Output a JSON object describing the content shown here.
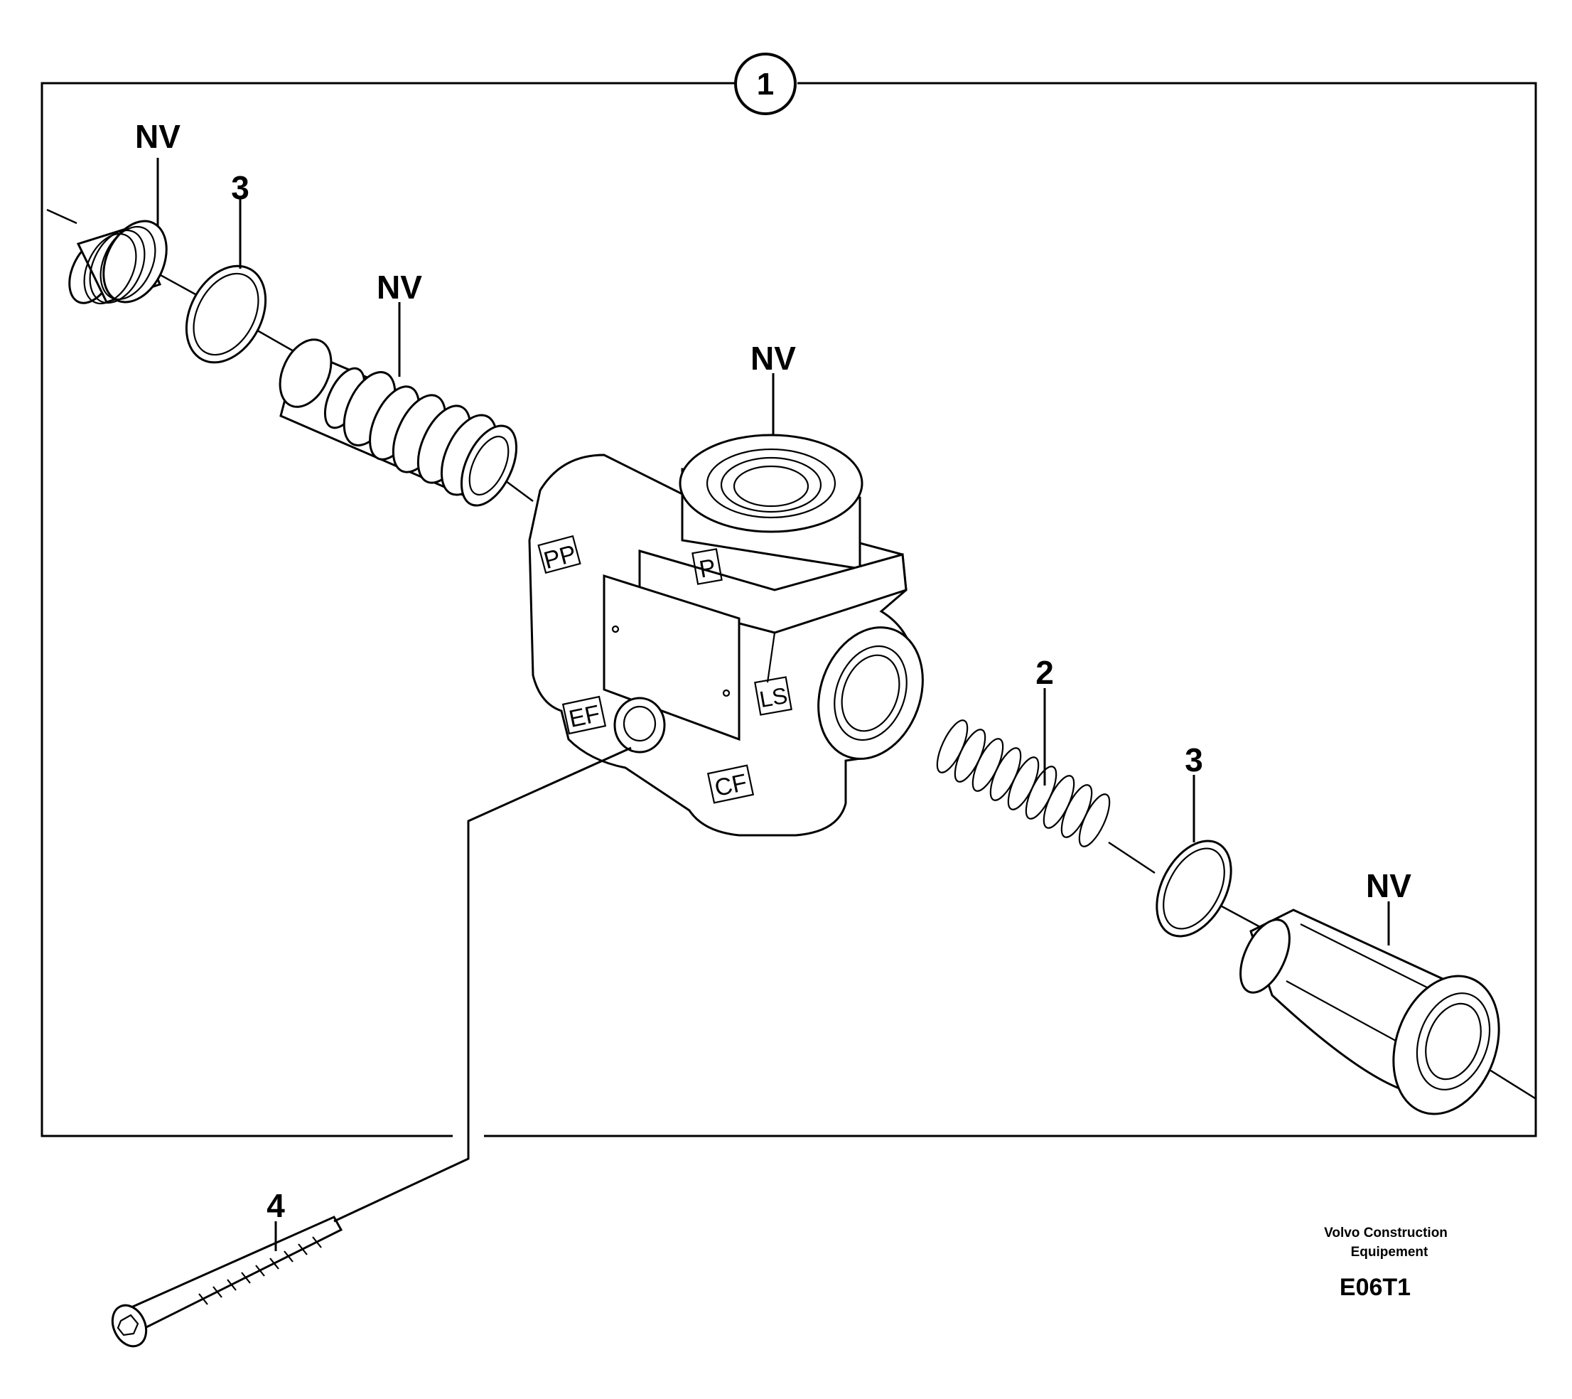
{
  "assembly_callout": "1",
  "labels": {
    "nv_plug": "NV",
    "seal_left": "3",
    "nv_spool": "NV",
    "nv_body": "NV",
    "spring": "2",
    "seal_right": "3",
    "nv_fitting": "NV",
    "screw": "4"
  },
  "ports": {
    "pp": "PP",
    "p": "P",
    "ls": "LS",
    "ef": "EF",
    "cf": "CF"
  },
  "footer": {
    "company_line1": "Volvo Construction",
    "company_line2": "Equipement",
    "code": "E06T1"
  }
}
